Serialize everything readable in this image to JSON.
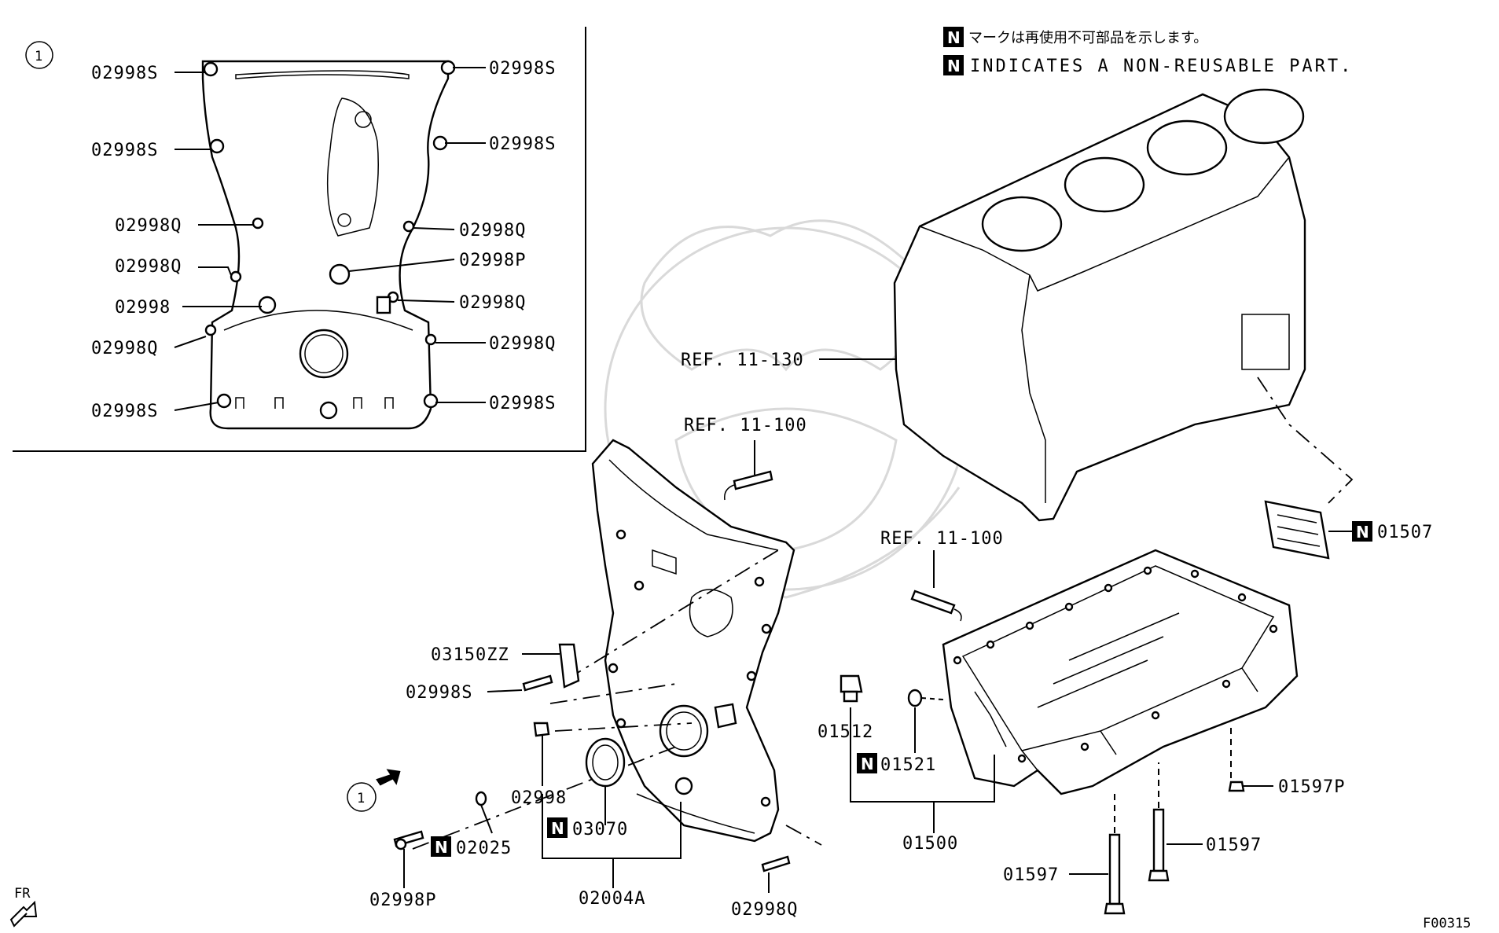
{
  "notes": {
    "mark": "N",
    "jp": "マークは再使用不可部品を示します。",
    "en": "INDICATES A NON-REUSABLE PART."
  },
  "inset": {
    "callout": "1",
    "labels": {
      "l1": "02998S",
      "l2": "02998S",
      "l3": "02998Q",
      "l4": "02998Q",
      "l5": "02998",
      "l6": "02998Q",
      "l7": "02998S",
      "r1": "02998S",
      "r2": "02998S",
      "r3": "02998Q",
      "r4": "02998P",
      "r5": "02998Q",
      "r6": "02998Q",
      "r7": "02998S"
    }
  },
  "refs": {
    "block": "REF. 11-130",
    "sealant_cover": "REF. 11-100",
    "sealant_pan": "REF. 11-100"
  },
  "parts": {
    "p01507": "01507",
    "p03150zz": "03150ZZ",
    "p02998s": "02998S",
    "p02998": "02998",
    "p03070": "03070",
    "p02025": "02025",
    "p02998p": "02998P",
    "p02004a": "02004A",
    "p02998q": "02998Q",
    "p01512": "01512",
    "p01521": "01521",
    "p01500": "01500",
    "p01597p": "01597P",
    "p01597a": "01597",
    "p01597b": "01597",
    "callout1": "1"
  },
  "orientation": "FR",
  "figure_code": "F00315"
}
